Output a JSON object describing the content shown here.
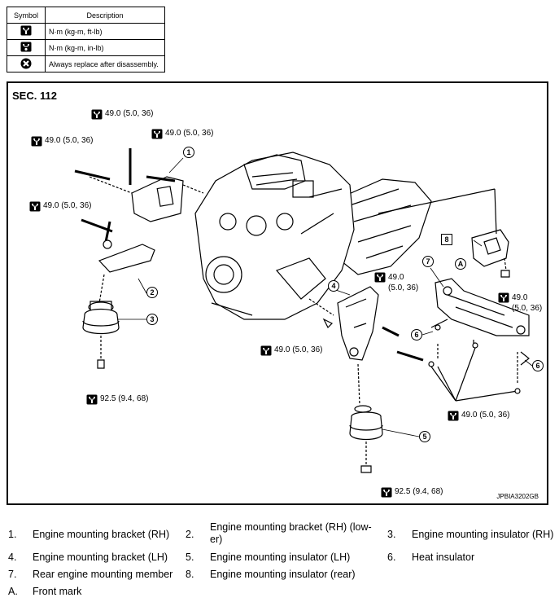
{
  "legend": {
    "header_symbol": "Symbol",
    "header_description": "Description",
    "rows": [
      {
        "icon": "torque-wrench-ftlb-icon",
        "text": "N·m (kg-m, ft-lb)"
      },
      {
        "icon": "torque-wrench-inlb-icon",
        "text": "N·m (kg-m, in-lb)"
      },
      {
        "icon": "replace-x-icon",
        "text": "Always replace after disassembly."
      }
    ]
  },
  "diagram": {
    "section": "SEC. 112",
    "code": "JPBIA3202GB",
    "torques": {
      "t1": "49.0 (5.0, 36)",
      "t2": "49.0 (5.0, 36)",
      "t3": "49.0 (5.0, 36)",
      "t4": "49.0 (5.0, 36)",
      "t5": "92.5 (9.4, 68)",
      "t6a": "49.0",
      "t6b": "(5.0, 36)",
      "t7": "49.0 (5.0, 36)",
      "t8a": "49.0",
      "t8b": "(5.0, 36)",
      "t9": "49.0 (5.0, 36)",
      "t10": "92.5 (9.4, 68)"
    },
    "callouts": {
      "c1": "1",
      "c2": "2",
      "c3": "3",
      "c4": "4",
      "c5": "5",
      "c6a": "6",
      "c6b": "6",
      "c7": "7",
      "c8": "8",
      "cA": "A"
    }
  },
  "parts": [
    {
      "no": "1.",
      "name": "Engine mounting bracket (RH)"
    },
    {
      "no": "2.",
      "name": "Engine mounting bracket (RH) (lower)"
    },
    {
      "no": "3.",
      "name": "Engine mounting insulator (RH)"
    },
    {
      "no": "4.",
      "name": "Engine mounting bracket (LH)"
    },
    {
      "no": "5.",
      "name": "Engine mounting insulator (LH)"
    },
    {
      "no": "6.",
      "name": "Heat insulator"
    },
    {
      "no": "7.",
      "name": "Rear engine mounting member"
    },
    {
      "no": "8.",
      "name": "Engine mounting insulator (rear)"
    },
    {
      "no": "A.",
      "name": "Front mark"
    }
  ],
  "parts_name_2_line1": "Engine mounting bracket (RH) (low-",
  "parts_name_2_line2": "er)"
}
